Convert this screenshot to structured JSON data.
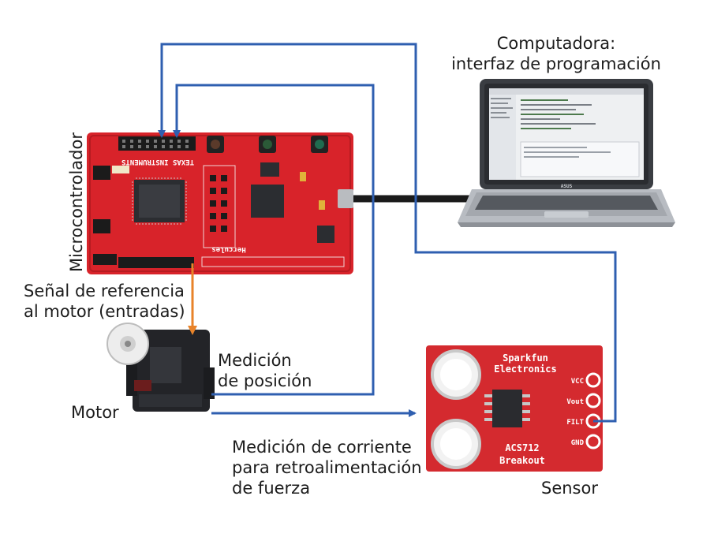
{
  "labels": {
    "computer": [
      "Computadora:",
      "interfaz de programación"
    ],
    "microcontroller": "Microcontrolador",
    "reference": [
      "Señal de referencia",
      "al motor (entradas)"
    ],
    "motor": "Motor",
    "position": [
      "Medición",
      "de posición"
    ],
    "current": [
      "Medición de corriente",
      "para retroalimentación",
      "de fuerza"
    ],
    "sensor": "Sensor"
  },
  "board": {
    "brand": "TEXAS INSTRUMENTS",
    "model": "Hercules",
    "color": "#d8232a"
  },
  "sensor_board": {
    "brand": [
      "Sparkfun",
      "Electronics"
    ],
    "chip": "ACS712",
    "name": "Breakout",
    "pins": [
      "VCC",
      "Vout",
      "FILT",
      "GND"
    ],
    "color": "#d42a2f"
  },
  "laptop": {
    "brand": "ASUS"
  },
  "colors": {
    "signal_blue": "#2f5fb0",
    "reference_orange": "#e8832a",
    "usb_cable": "#1a1a1a"
  }
}
